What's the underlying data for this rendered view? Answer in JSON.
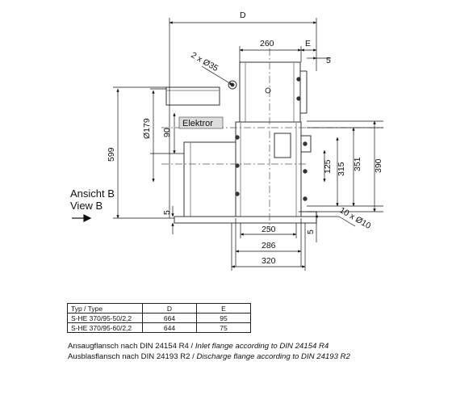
{
  "dimensions": {
    "D": "D",
    "d260": "260",
    "E": "E",
    "d5_top": "5",
    "holes_2x35": "2 x Ø35",
    "dia179": "Ø179",
    "d90": "90",
    "d599": "599",
    "d125": "125",
    "d315": "315",
    "d351": "351",
    "d390": "390",
    "d5_left": "5",
    "d250": "250",
    "d286": "286",
    "d320": "320",
    "d5_right": "5",
    "holes_10x10": "10 x Ø10"
  },
  "nameplate": "Elektror",
  "view": {
    "line1": "Ansicht B",
    "line2": "View B"
  },
  "table": {
    "headers": [
      "Typ / Type",
      "D",
      "E"
    ],
    "rows": [
      [
        "S-HE 370/95-50/2,2",
        "664",
        "95"
      ],
      [
        "S-HE 370/95-60/2,2",
        "644",
        "75"
      ]
    ]
  },
  "notes": [
    {
      "text": "Ansaugflansch nach DIN 24154 R4 / ",
      "italic": "Inlet flange according to DIN 24154 R4"
    },
    {
      "text": "Ausblasflansch nach DIN 24193 R2 / ",
      "italic": "Discharge flange according to DIN 24193 R2"
    }
  ]
}
